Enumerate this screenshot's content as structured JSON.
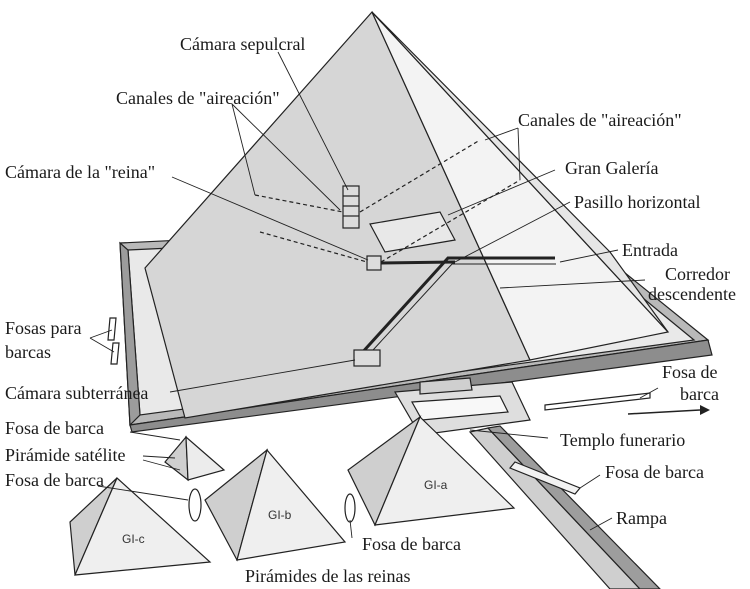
{
  "labels": {
    "camara_sepulcral": "Cámara sepulcral",
    "canales_left": "Canales de \"aireación\"",
    "canales_right": "Canales de \"aireación\"",
    "camara_reina": "Cámara de la \"reina\"",
    "gran_galeria": "Gran Galería",
    "pasillo_horizontal": "Pasillo horizontal",
    "entrada": "Entrada",
    "corredor_1": "Corredor",
    "corredor_2": "descendente",
    "fosas_para_1": "Fosas para",
    "fosas_para_2": "barcas",
    "camara_subterranea": "Cámara subterránea",
    "fosa_barca_right_1": "Fosa de",
    "fosa_barca_right_2": "barca",
    "fosa_barca_left_top": "Fosa de barca",
    "piramide_satelite": "Pirámide satélite",
    "fosa_barca_left_bottom": "Fosa de barca",
    "templo_funerario": "Templo funerario",
    "fosa_barca_causeway": "Fosa de barca",
    "fosa_barca_bottom": "Fosa de barca",
    "rampa": "Rampa",
    "piramides_reinas": "Pirámides de las reinas"
  },
  "pyramid_tags": {
    "gi_a": "GI-a",
    "gi_b": "GI-b",
    "gi_c": "GI-c"
  },
  "colors": {
    "face_left": "#d9d9d9",
    "face_right": "#f4f4f4",
    "enclosure": "#bcbcbc",
    "ink": "#1a1a1a"
  }
}
